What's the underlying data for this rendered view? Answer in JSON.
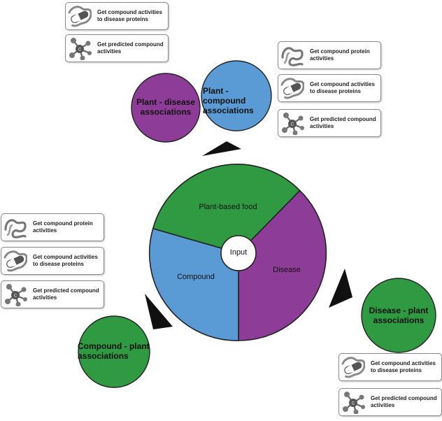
{
  "colors": {
    "green": "#2f9a41",
    "purple": "#8d3d97",
    "blue": "#5b9bd5",
    "outline": "#222222",
    "arrow": "#111111"
  },
  "wheel": {
    "center_label": "Input",
    "segments": [
      "Plant-based food",
      "Disease",
      "Compound"
    ]
  },
  "groups": [
    {
      "circle_label": "Plant - compound associations",
      "color": "green",
      "circle_color": "blue",
      "cards": [
        {
          "icon": "protein-chain-icon",
          "label": "Get compound protein activities"
        },
        {
          "icon": "capsule-protein-icon",
          "label": "Get compound activities to disease proteins"
        },
        {
          "icon": "molecule-icon",
          "label": "Get predicted compound activities"
        }
      ]
    },
    {
      "circle_label": "Plant - disease associations",
      "cards": [
        {
          "icon": "capsule-protein-icon",
          "label": "Get compound activities to disease proteins"
        },
        {
          "icon": "molecule-icon",
          "label": "Get predicted compound activities"
        }
      ]
    },
    {
      "circle_label": "Compound - plant associations",
      "cards": [
        {
          "icon": "protein-chain-icon",
          "label": "Get compound protein activities"
        },
        {
          "icon": "capsule-protein-icon",
          "label": "Get compound activities to disease proteins"
        },
        {
          "icon": "molecule-icon",
          "label": "Get predicted compound activities"
        }
      ]
    },
    {
      "circle_label": "Disease - plant associations",
      "cards": [
        {
          "icon": "capsule-protein-icon",
          "label": "Get compound activities to disease proteins"
        },
        {
          "icon": "molecule-icon",
          "label": "Get predicted compound activities"
        }
      ]
    }
  ]
}
